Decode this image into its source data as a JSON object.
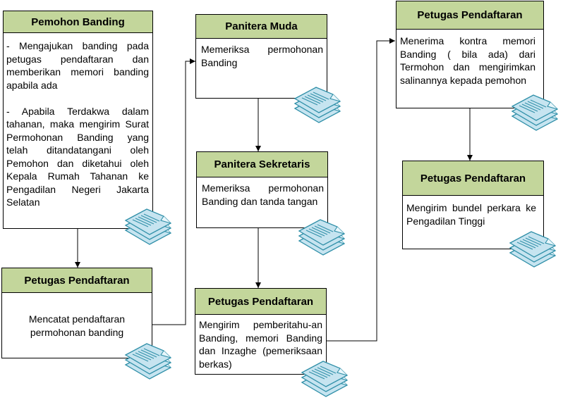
{
  "boxes": {
    "pemohon": {
      "title": "Pemohon Banding",
      "text": "- Mengajukan banding pada petugas pendaftaran dan memberikan memori banding apabila ada\n\n- Apabila Terdakwa dalam tahanan, maka mengirim Surat Permohonan Banding yang telah ditandatangani oleh Pemohon dan diketahui oleh Kepala Rumah Tahanan ke Pengadilan Negeri Jakarta Selatan"
    },
    "petugas1": {
      "title": "Petugas Pendaftaran",
      "text": "Mencatat pendaftaran permohonan banding"
    },
    "panitera_muda": {
      "title": "Panitera Muda",
      "text": "Memeriksa permohonan Banding"
    },
    "panitera_sekretaris": {
      "title": "Panitera Sekretaris",
      "text": "Memeriksa permohonan Banding dan tanda tangan"
    },
    "petugas2": {
      "title": "Petugas Pendaftaran",
      "text": "Mengirim pemberitahu-an Banding, memori Banding dan Inzaghe (pemeriksaan berkas)"
    },
    "petugas3": {
      "title": "Petugas Pendaftaran",
      "text": "Menerima kontra memori Banding ( bila ada) dari Termohon dan mengirimkan salinannya kepada pemohon"
    },
    "petugas4": {
      "title": "Petugas Pendaftaran",
      "text": "Mengirim bundel perkara ke Pengadilan Tinggi"
    }
  },
  "colors": {
    "header": "#c3d69b",
    "doc_fill": "#c6e4f0",
    "doc_stroke": "#2f8fa8",
    "line": "#000000"
  },
  "icons": {
    "document": "document-stack-icon"
  }
}
